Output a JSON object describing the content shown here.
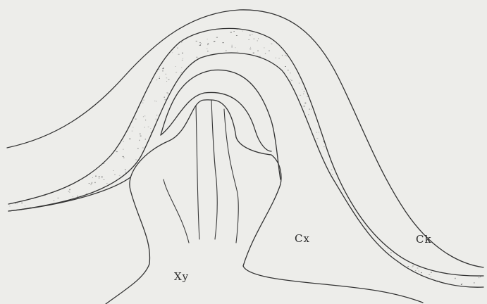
{
  "figure": {
    "labels": {
      "xylem": "Xy",
      "cortex": "Cx",
      "cork": "Ck"
    },
    "colors": {
      "background": "#ededea",
      "ink": "#333333",
      "stipple": "#5a5a5a"
    }
  }
}
